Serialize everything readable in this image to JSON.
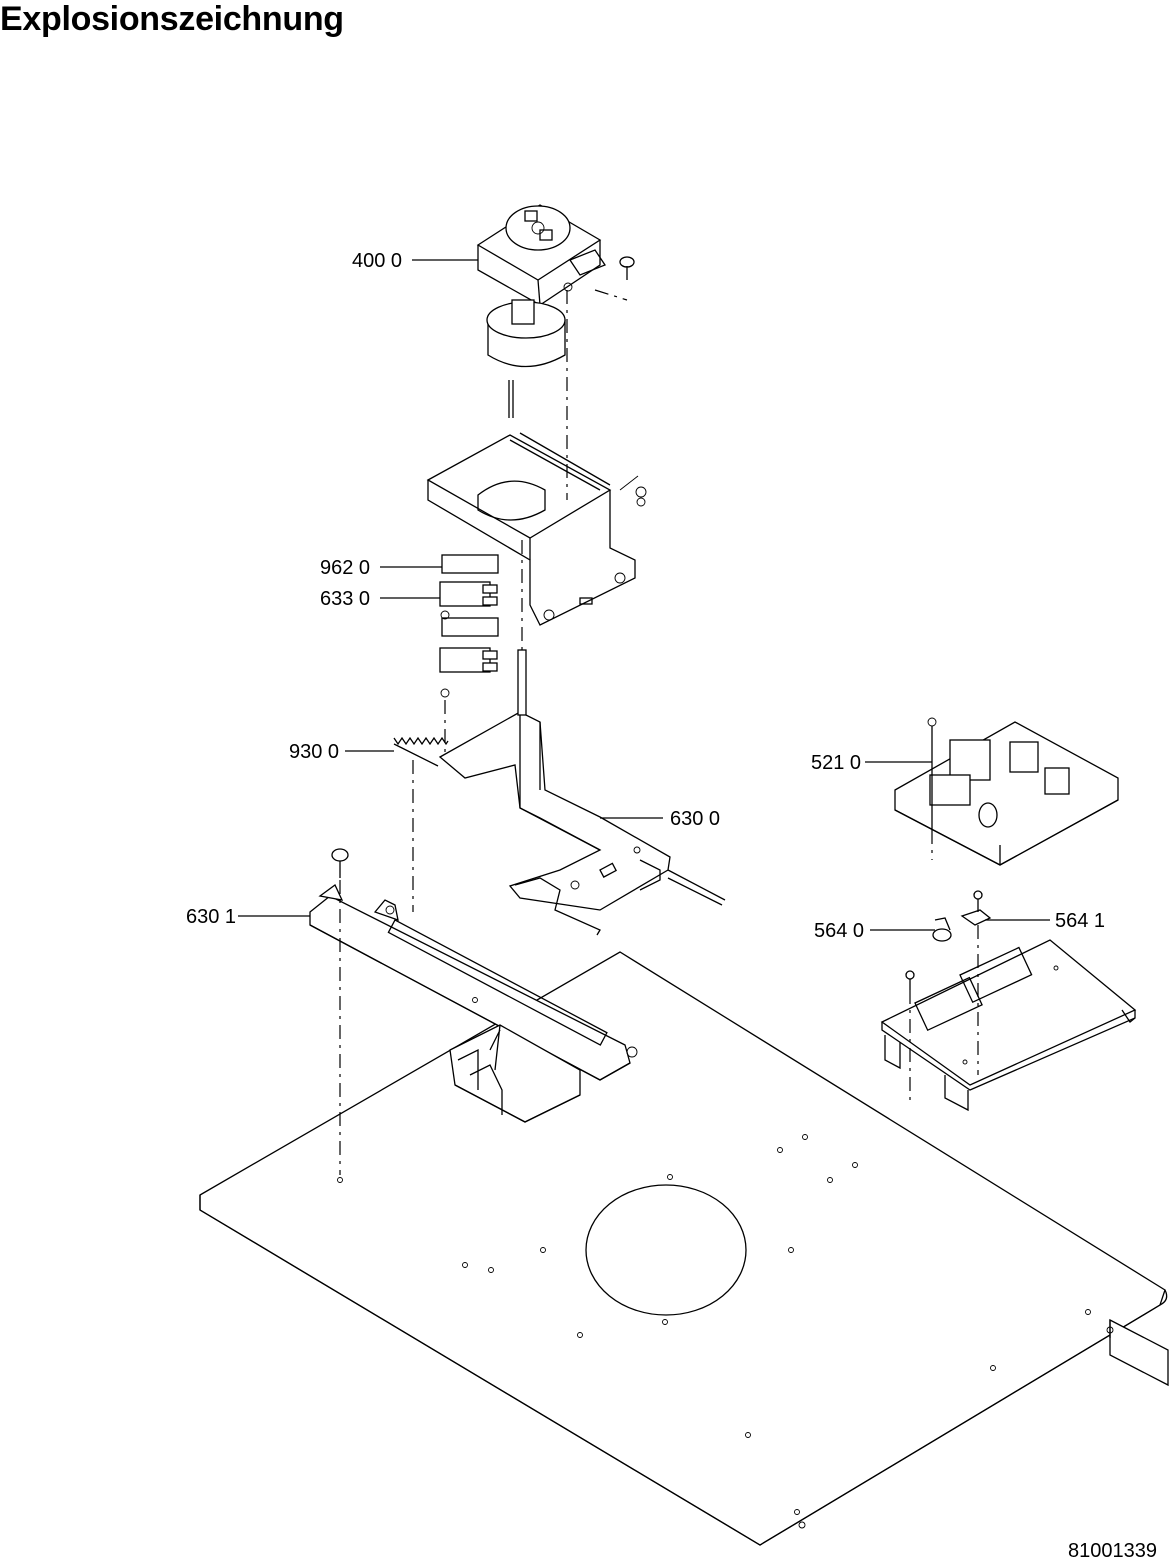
{
  "title": "Explosionszeichnung",
  "document_number": "81001339",
  "callouts": [
    {
      "id": "part-4000",
      "label": "400 0"
    },
    {
      "id": "part-9620",
      "label": "962 0"
    },
    {
      "id": "part-6330",
      "label": "633 0"
    },
    {
      "id": "part-9300",
      "label": "930 0"
    },
    {
      "id": "part-5210",
      "label": "521 0"
    },
    {
      "id": "part-6300",
      "label": "630 0"
    },
    {
      "id": "part-6301",
      "label": "630 1"
    },
    {
      "id": "part-5640",
      "label": "564 0"
    },
    {
      "id": "part-5641",
      "label": "564 1"
    }
  ]
}
